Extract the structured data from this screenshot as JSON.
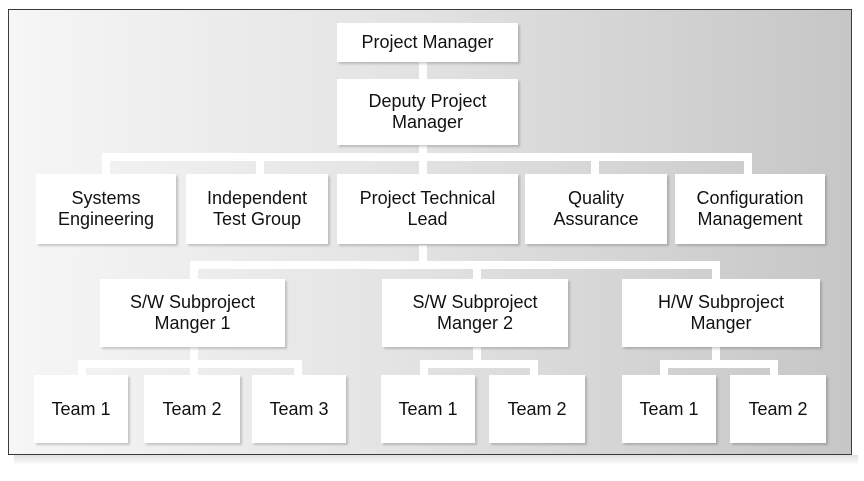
{
  "org_chart": {
    "root": "Project Manager",
    "deputy": "Deputy Project\nManager",
    "functions": [
      "Systems\nEngineering",
      "Independent\nTest Group",
      "Project Technical\nLead",
      "Quality\nAssurance",
      "Configuration\nManagement"
    ],
    "subprojects": [
      {
        "label": "S/W Subproject\nManger 1",
        "teams": [
          "Team 1",
          "Team 2",
          "Team 3"
        ]
      },
      {
        "label": "S/W Subproject\nManger 2",
        "teams": [
          "Team 1",
          "Team 2"
        ]
      },
      {
        "label": "H/W Subproject\nManger",
        "teams": [
          "Team 1",
          "Team 2"
        ]
      }
    ]
  }
}
